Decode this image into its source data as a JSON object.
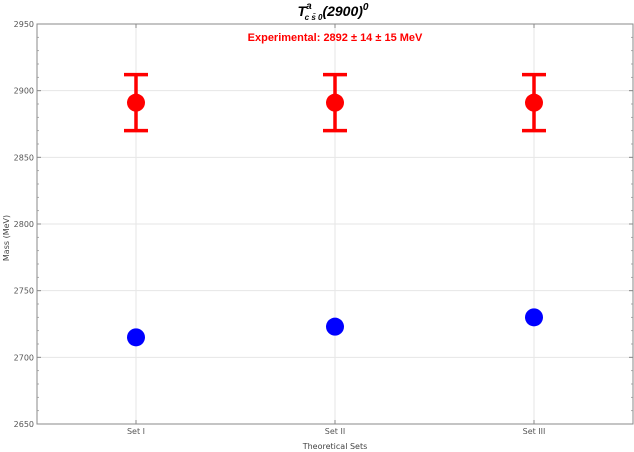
{
  "chart_data": {
    "type": "scatter",
    "title": {
      "main": "T",
      "superscript": "a",
      "subscript": "c s̄ 0",
      "rest": "(2900)",
      "rest_superscript": "0"
    },
    "xlabel": "Theoretical Sets",
    "ylabel": "Mass (MeV)",
    "categories": [
      "Set I",
      "Set II",
      "Set III"
    ],
    "ylim": [
      2650,
      2950
    ],
    "yticks": [
      2650,
      2700,
      2750,
      2800,
      2850,
      2900,
      2950
    ],
    "grid": true,
    "series": [
      {
        "values": [
          2715,
          2723,
          2730
        ],
        "color": "#0000ff",
        "marker": "circle"
      },
      {
        "values": [
          2891,
          2891,
          2891
        ],
        "error_low": [
          2870,
          2870,
          2870
        ],
        "error_high": [
          2912,
          2912,
          2912
        ],
        "color": "#ff0000",
        "marker": "circle-with-errorbar"
      }
    ],
    "annotation": {
      "text": "Experimental: 2892 ± 14 ± 15 MeV",
      "color": "#ff0000"
    }
  }
}
